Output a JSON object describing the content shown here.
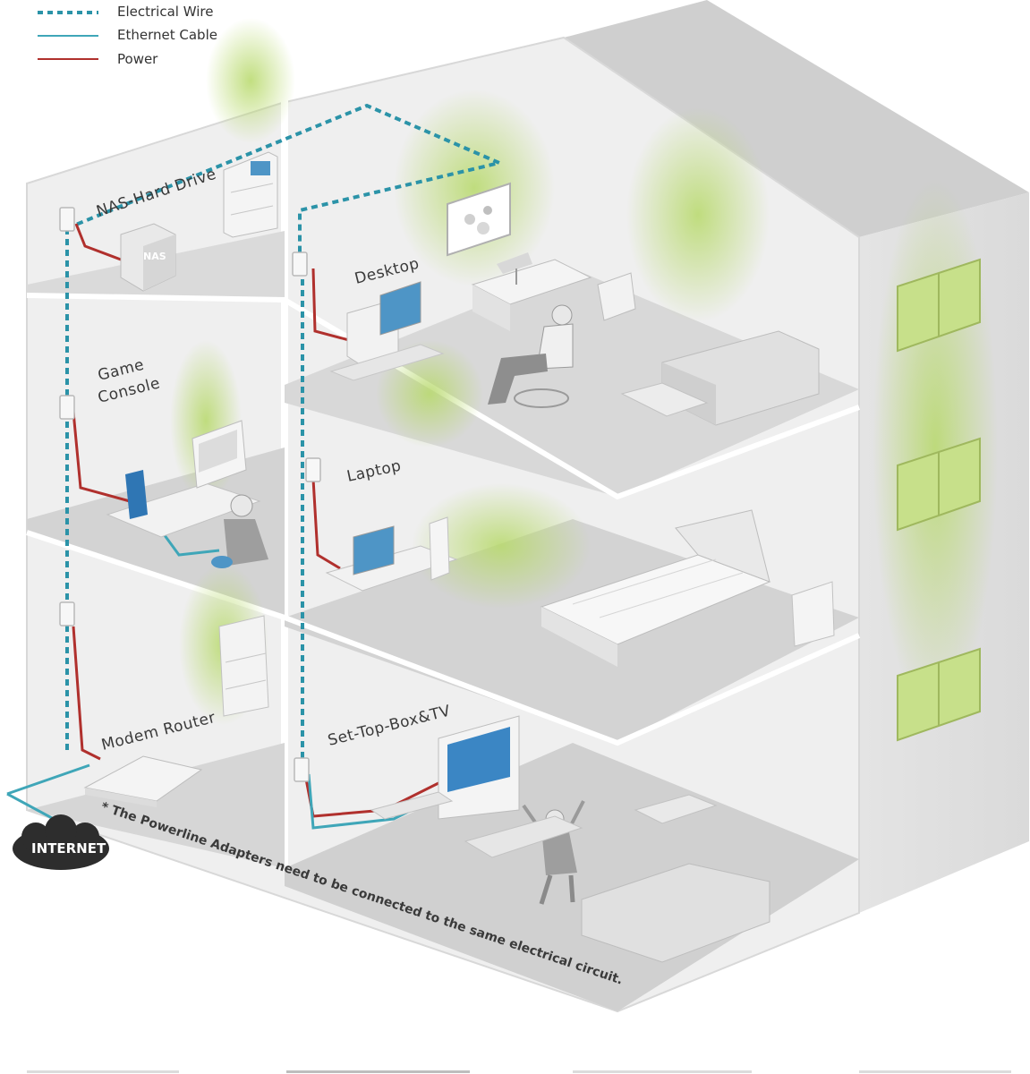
{
  "legend": {
    "items": [
      {
        "label": "Electrical Wire",
        "color": "#2b93a8"
      },
      {
        "label": "Ethernet Cable",
        "color": "#3fa6b8"
      },
      {
        "label": "Power",
        "color": "#b0302d"
      }
    ]
  },
  "devices": {
    "nas": "NAS-Hard Drive",
    "nas_box": "NAS",
    "desktop": "Desktop",
    "game_console": [
      "Game",
      "Console"
    ],
    "laptop": "Laptop",
    "modem_router": "Modem Router",
    "set_top_box": "Set-Top-Box&TV"
  },
  "internet": "INTERNET",
  "note": "* The Powerline Adapters need to be connected to the same electrical circuit.",
  "colors": {
    "glow": "#b7d96a",
    "wall": "#e9e9e9",
    "floor": "#d6d6d6",
    "window": "#c7e08a"
  }
}
